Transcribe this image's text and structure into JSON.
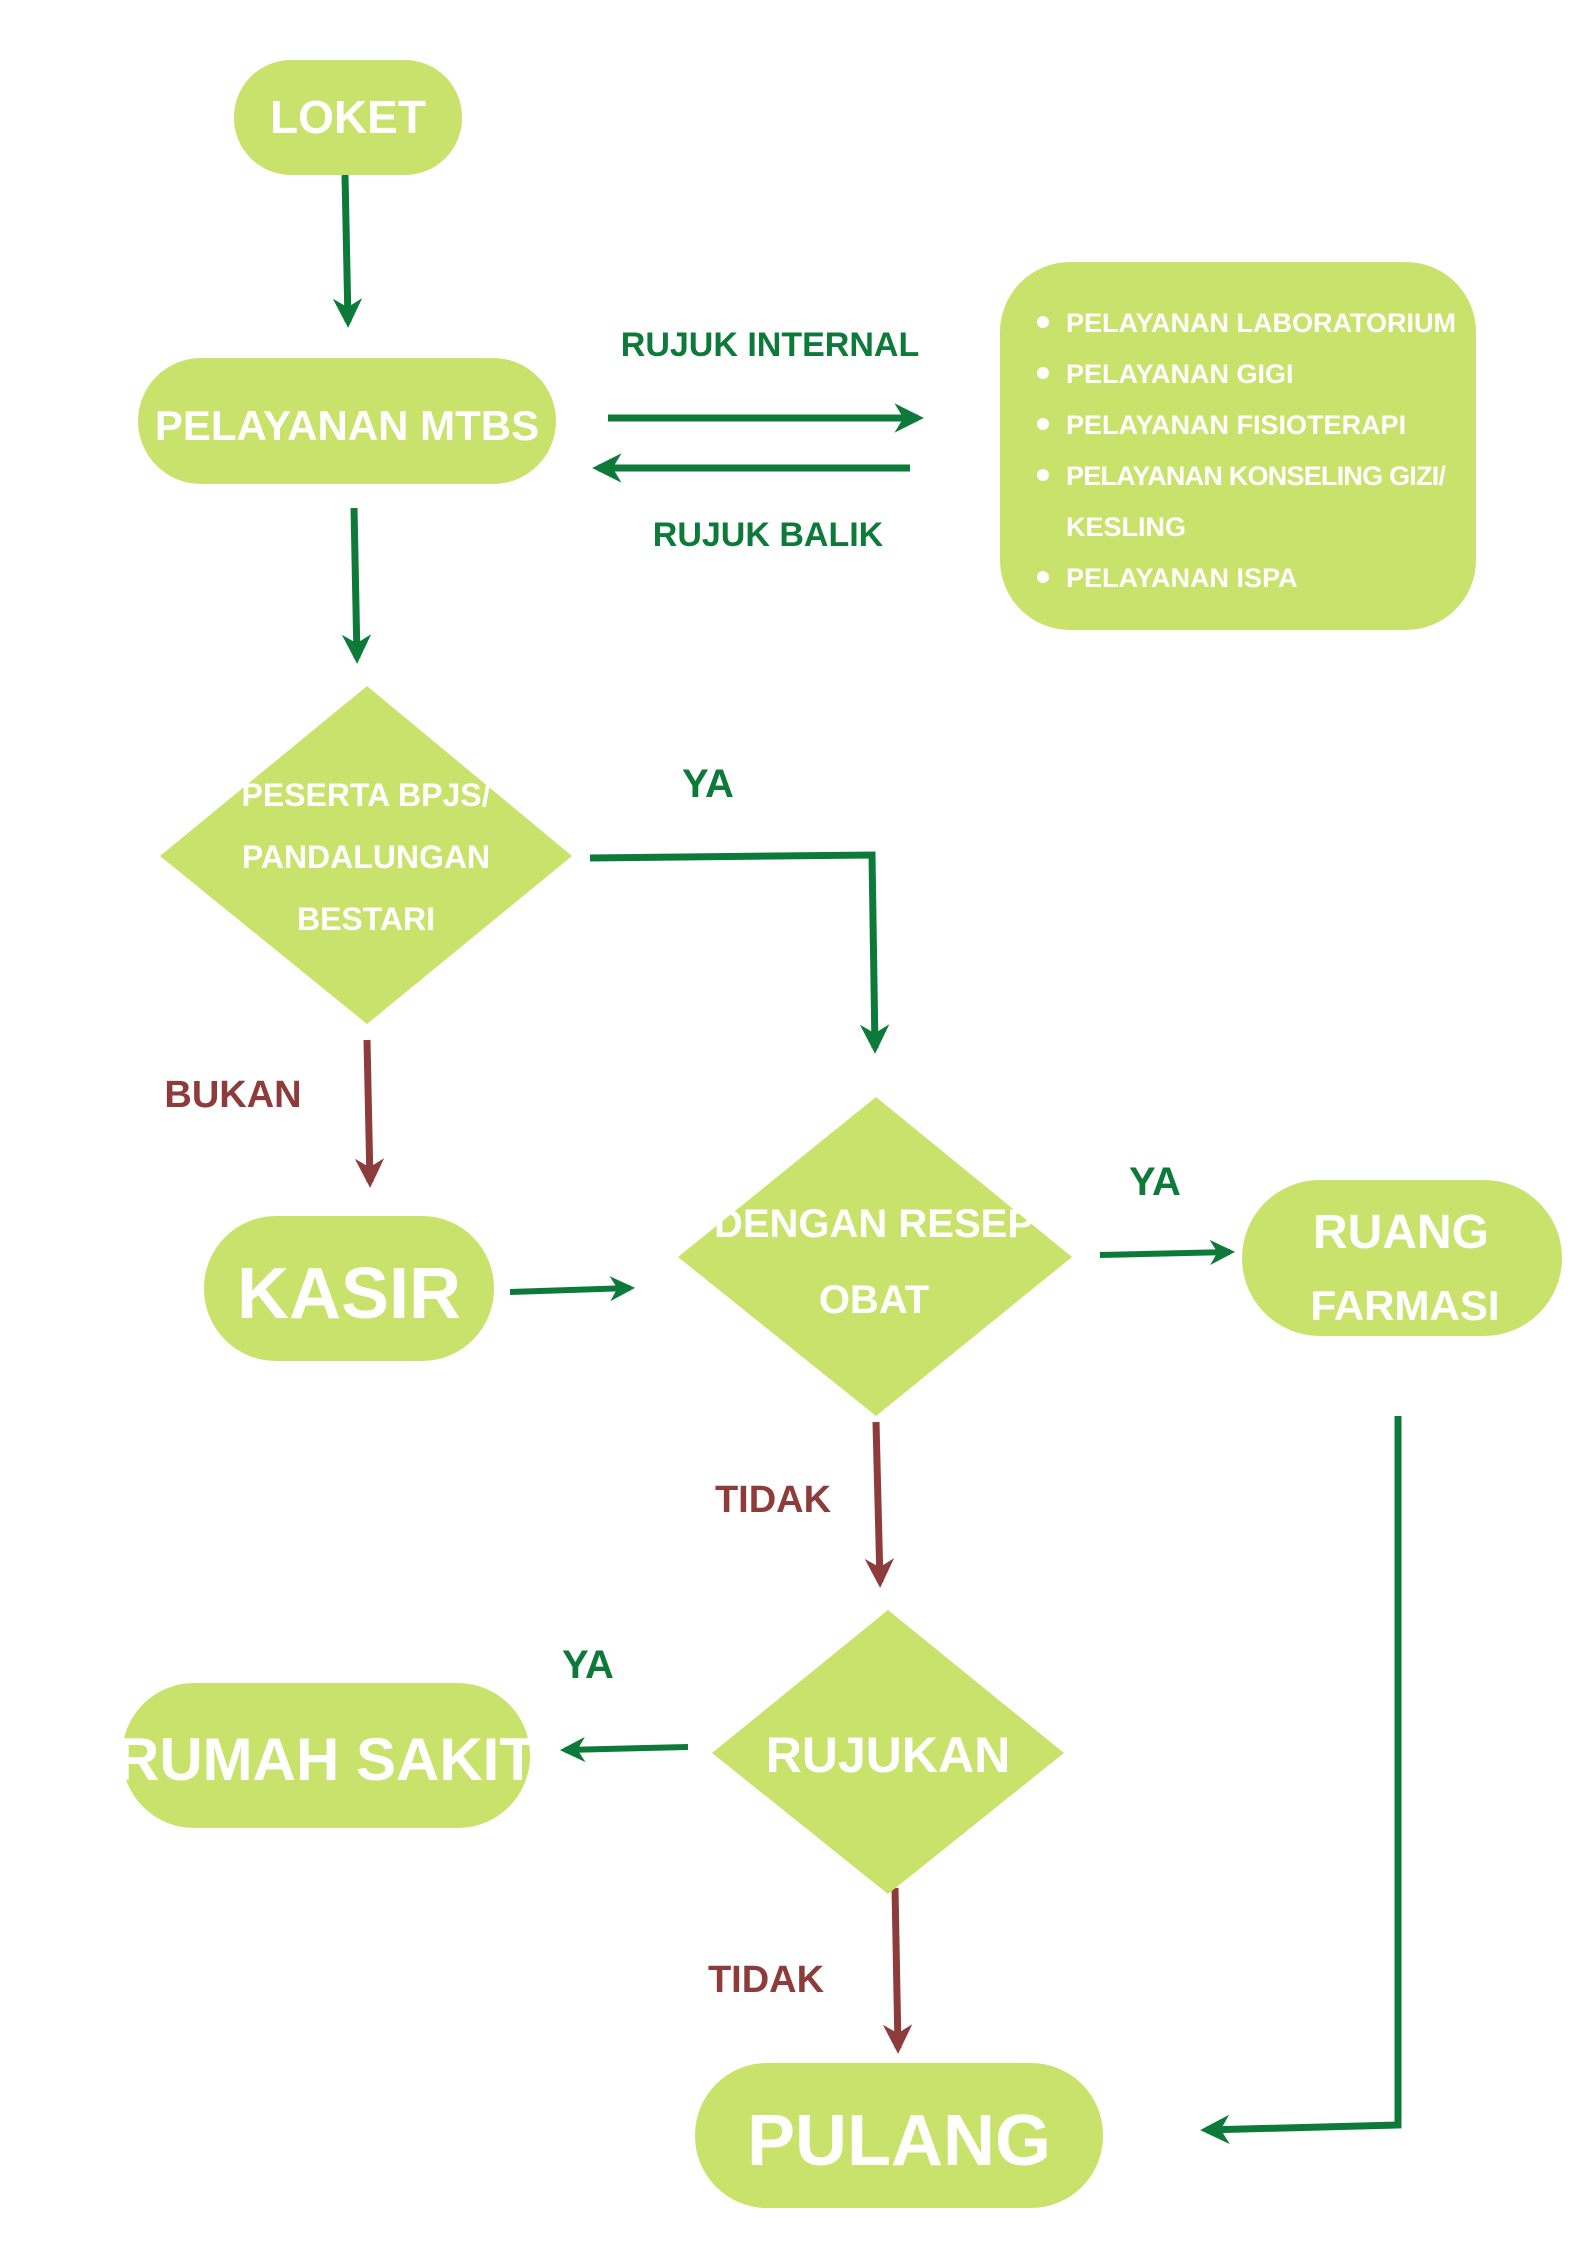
{
  "colors": {
    "node_fill": "#c8e26b",
    "node_text": "#ffffff",
    "arrow_green": "#0d7a3a",
    "arrow_red": "#8e3b3b",
    "background": "#ffffff"
  },
  "nodes": {
    "loket": "LOKET",
    "mtbs": "PELAYANAN MTBS",
    "services": [
      "PELAYANAN LABORATORIUM",
      "PELAYANAN GIGI",
      "PELAYANAN FISIOTERAPI",
      "PELAYANAN  KONSELING  GIZI/",
      "PELAYANAN ISPA"
    ],
    "services_line4_cont": "KESLING",
    "bpjs_line1": "PESERTA BPJS/",
    "bpjs_line2": "PANDALUNGAN",
    "bpjs_line3": "BESTARI",
    "kasir": "KASIR",
    "resep_line1": "DENGAN RESEP",
    "resep_line2": "OBAT",
    "farmasi_line1": "RUANG",
    "farmasi_line2": "FARMASI",
    "rujukan": "RUJUKAN",
    "rumah_sakit": "RUMAH SAKIT",
    "pulang": "PULANG"
  },
  "edge_labels": {
    "rujuk_internal": "RUJUK INTERNAL",
    "rujuk_balik": "RUJUK BALIK",
    "ya_bpjs": "YA",
    "bukan": "BUKAN",
    "ya_resep": "YA",
    "tidak_resep": "TIDAK",
    "ya_rujukan": "YA",
    "tidak_rujukan": "TIDAK"
  }
}
